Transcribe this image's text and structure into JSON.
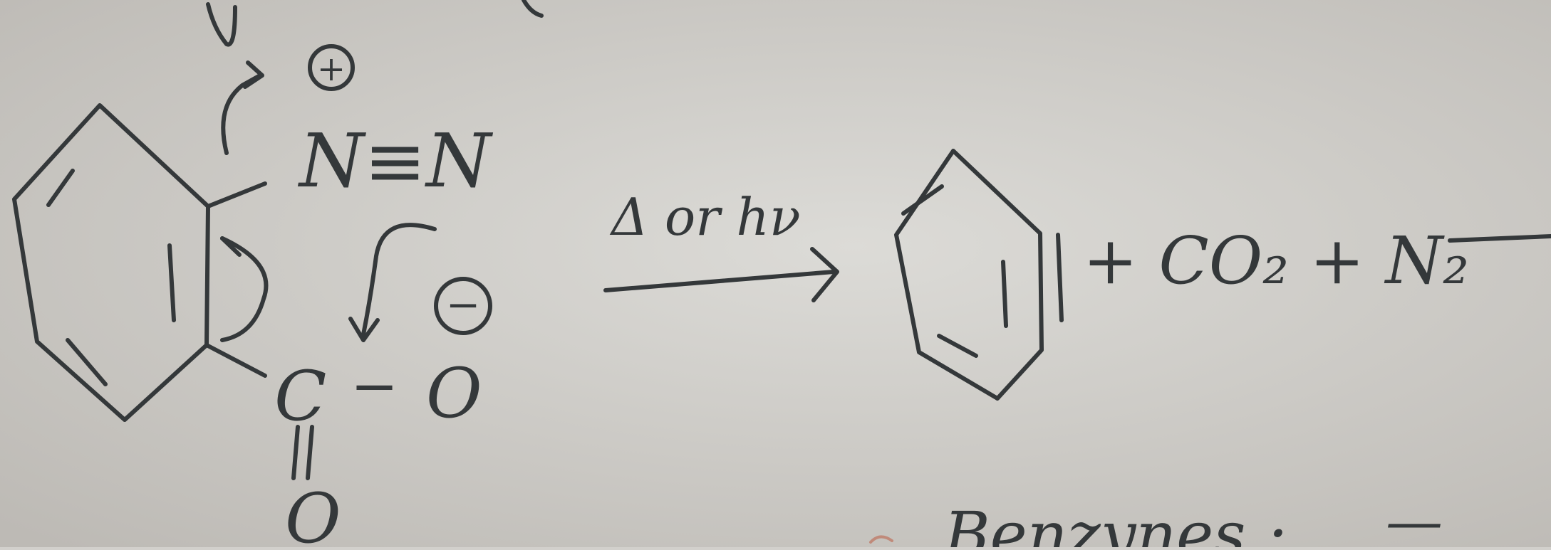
{
  "reactant": {
    "cation_charge": "+",
    "diazonium": "N≡N",
    "anion_charge": "−",
    "carbon": "C",
    "single_o": "O",
    "double_o": "O",
    "dash": "−"
  },
  "arrow": {
    "condition": "Δ or hν"
  },
  "products": {
    "byproducts": "+ CO₂ + N₂"
  },
  "footer": {
    "heading": "Benzynes :",
    "underline_dash": "—"
  },
  "colors": {
    "ink": "#34383a",
    "paper": "#d2d0cc",
    "red_ink": "#c08a7a"
  }
}
